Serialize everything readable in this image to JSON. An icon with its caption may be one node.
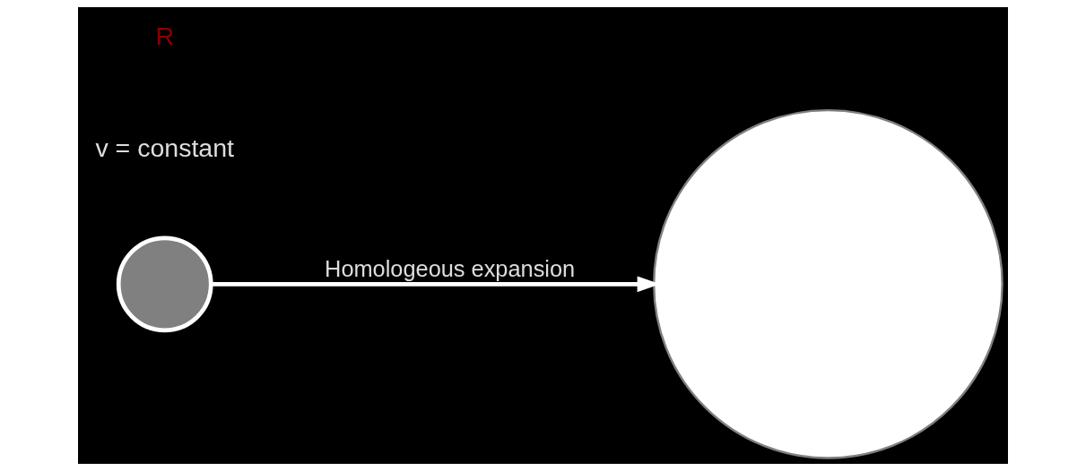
{
  "diagram": {
    "nodes": [
      {
        "text": [],
        "shape": "circle"
      },
      {
        "text": [],
        "shape": "circle"
      }
    ],
    "edges": [
      {
        "from": 0,
        "to": 1,
        "arrow": "to",
        "label": "Homologeous expansion"
      }
    ],
    "labels": [
      "v = constant",
      "R"
    ]
  }
}
